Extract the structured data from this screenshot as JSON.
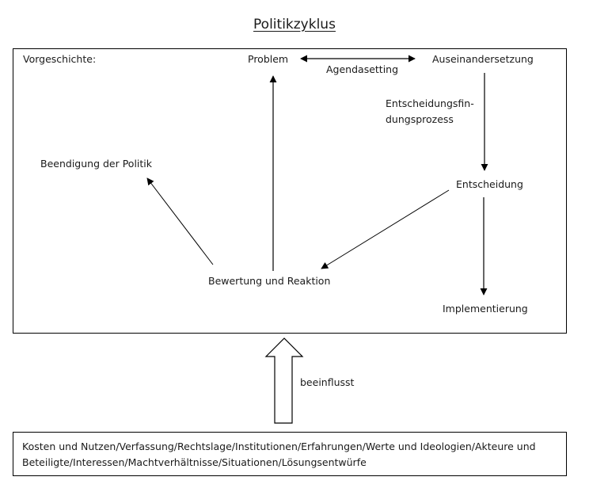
{
  "title": "Politikzyklus",
  "cycle": {
    "prehistory_label": "Vorgeschichte:",
    "nodes": {
      "problem": "Problem",
      "debate": "Auseinandersetzung",
      "decision": "Entscheidung",
      "implementation": "Implementierung",
      "evaluation": "Bewertung und Reaktion",
      "termination": "Beendigung der Politik"
    },
    "edge_labels": {
      "agenda_setting": "Agendasetting",
      "decision_process_line1": "Entscheidungsfin-",
      "decision_process_line2": "dungsprozess"
    }
  },
  "influence": {
    "label": "beeinflusst"
  },
  "factors": {
    "text": "Kosten und Nutzen/Verfassung/Rechtslage/Institutionen/Erfahrungen/Werte und Ideologien/Akteure und Beteiligte/Interessen/Machtverhältnisse/Situationen/Lösungsentwürfe"
  },
  "colors": {
    "line": "#000000",
    "text": "#1a1a1a",
    "background": "#ffffff"
  }
}
